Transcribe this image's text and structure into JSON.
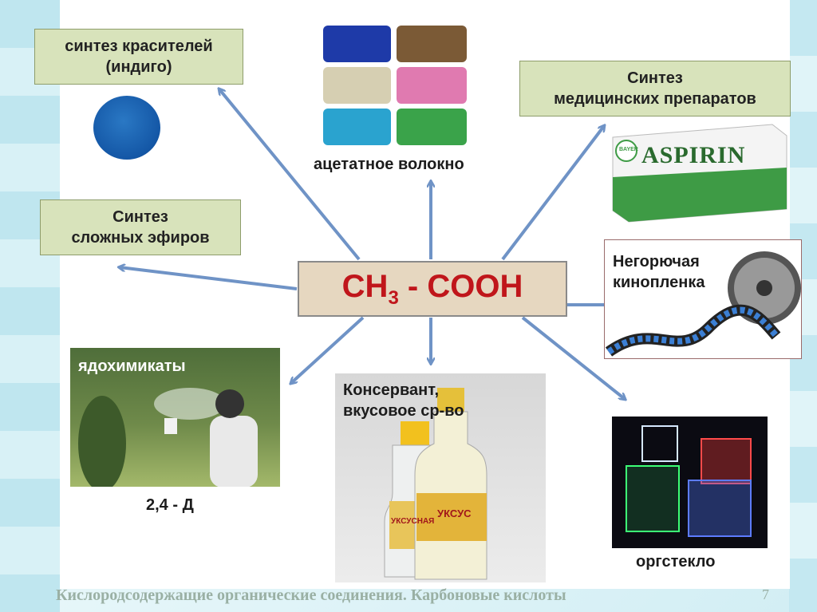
{
  "center": {
    "formula_a": "CH",
    "formula_sub": "3",
    "formula_b": " - COOH",
    "color": "#c0161b"
  },
  "boxes": {
    "dyes": [
      "синтез красителей",
      "(индиго)"
    ],
    "esters": [
      "Синтез",
      "сложных эфиров"
    ],
    "medicine": [
      "Синтез",
      "медицинских препаратов"
    ]
  },
  "labels": {
    "fiber": "ацетатное волокно",
    "film": [
      "Негорючая",
      "кинопленка"
    ],
    "pesticides": "ядохимикаты",
    "herbicide": "2,4 - Д",
    "preservative": [
      "Консервант,",
      "вкусовое ср-во"
    ],
    "glass": "оргстекло"
  },
  "aspirin": {
    "brand": "ASPIRIN",
    "maker": "BAYER"
  },
  "vinegar": {
    "label_a": "УКСУСНАЯ",
    "label_b": "УКСУС"
  },
  "footer": "Кислородсодержащие органические соединения. Карбоновые кислоты",
  "page_number": "7",
  "colors": {
    "arrow": "#6f93c6",
    "box_fill": "#d8e3bb",
    "center_fill": "#e6d7c0"
  }
}
